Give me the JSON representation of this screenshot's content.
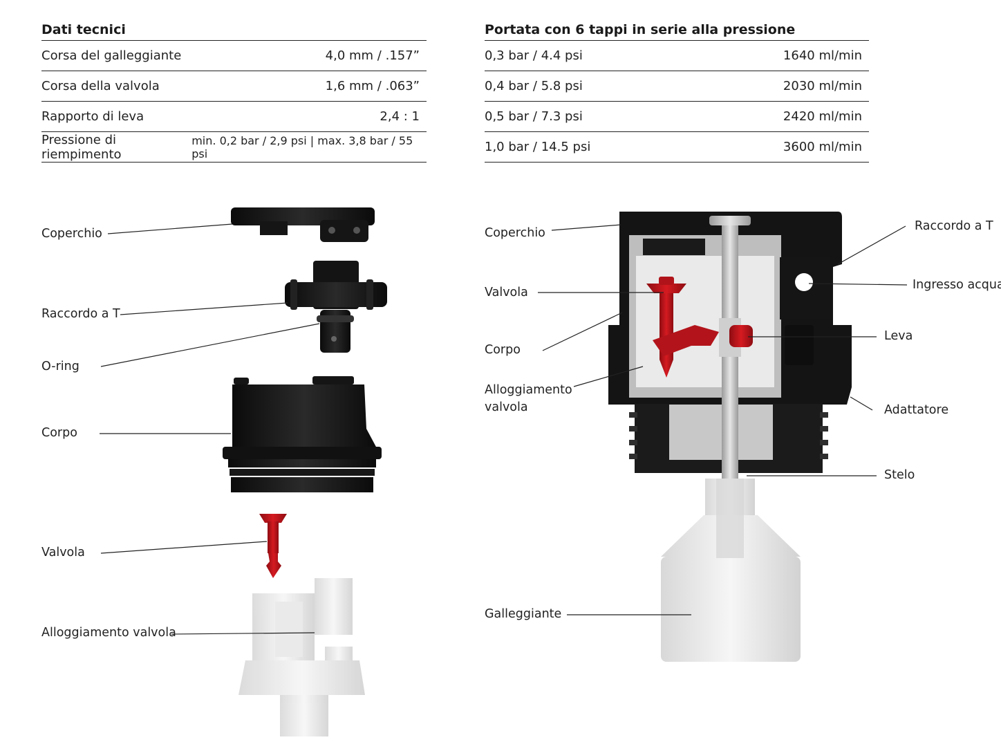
{
  "specs": {
    "title": "Dati tecnici",
    "rows": [
      {
        "label": "Corsa del galleggiante",
        "value": "4,0 mm / .157”"
      },
      {
        "label": "Corsa della valvola",
        "value": "1,6 mm / .063”"
      },
      {
        "label": "Rapporto di leva",
        "value": "2,4 : 1"
      },
      {
        "label": "Pressione di riempimento",
        "value": "min. 0,2 bar / 2,9 psi | max. 3,8 bar / 55 psi"
      }
    ]
  },
  "flow": {
    "title": "Portata con 6 tappi in serie alla pressione",
    "rows": [
      {
        "label": "0,3 bar / 4.4 psi",
        "value": "1640 ml/min"
      },
      {
        "label": "0,4 bar / 5.8 psi",
        "value": "2030 ml/min"
      },
      {
        "label": "0,5 bar / 7.3 psi",
        "value": "2420 ml/min"
      },
      {
        "label": "1,0 bar / 14.5 psi",
        "value": "3600 ml/min"
      }
    ]
  },
  "exploded_labels": {
    "coperchio": "Coperchio",
    "raccordo": "Raccordo a T",
    "oring": "O-ring",
    "corpo": "Corpo",
    "valvola": "Valvola",
    "alloggiamento": "Alloggiamento valvola"
  },
  "section_labels": {
    "coperchio": "Coperchio",
    "valvola": "Valvola",
    "corpo": "Corpo",
    "alloggiamento_1": "Alloggiamento",
    "alloggiamento_2": "valvola",
    "galleggiante": "Galleggiante",
    "raccordo": "Raccordo a T",
    "ingresso": "Ingresso acqua",
    "leva": "Leva",
    "adattatore": "Adattatore",
    "stelo": "Stelo"
  },
  "colors": {
    "part_black": "#161616",
    "valve_red": "#c0141b",
    "transparent_part": "#e4e4e4"
  }
}
